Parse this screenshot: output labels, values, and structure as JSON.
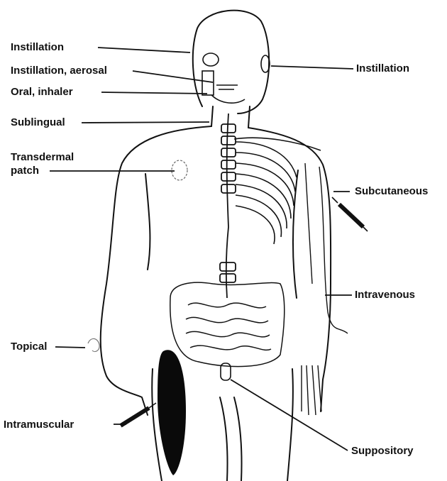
{
  "diagram": {
    "labels": {
      "instillation_left": "Instillation",
      "instillation_aerosol": "Instillation, aerosal",
      "oral_inhaler": "Oral, inhaler",
      "sublingual": "Sublingual",
      "transdermal_patch_line1": "Transdermal",
      "transdermal_patch_line2": "patch",
      "topical": "Topical",
      "intramuscular": "Intramuscular",
      "instillation_right": "Instillation",
      "subcutaneous": "Subcutaneous",
      "intravenous": "Intravenous",
      "suppository": "Suppository"
    },
    "colors": {
      "ink": "#111111",
      "background": "#ffffff",
      "muscle": "#0a0a0a"
    }
  }
}
